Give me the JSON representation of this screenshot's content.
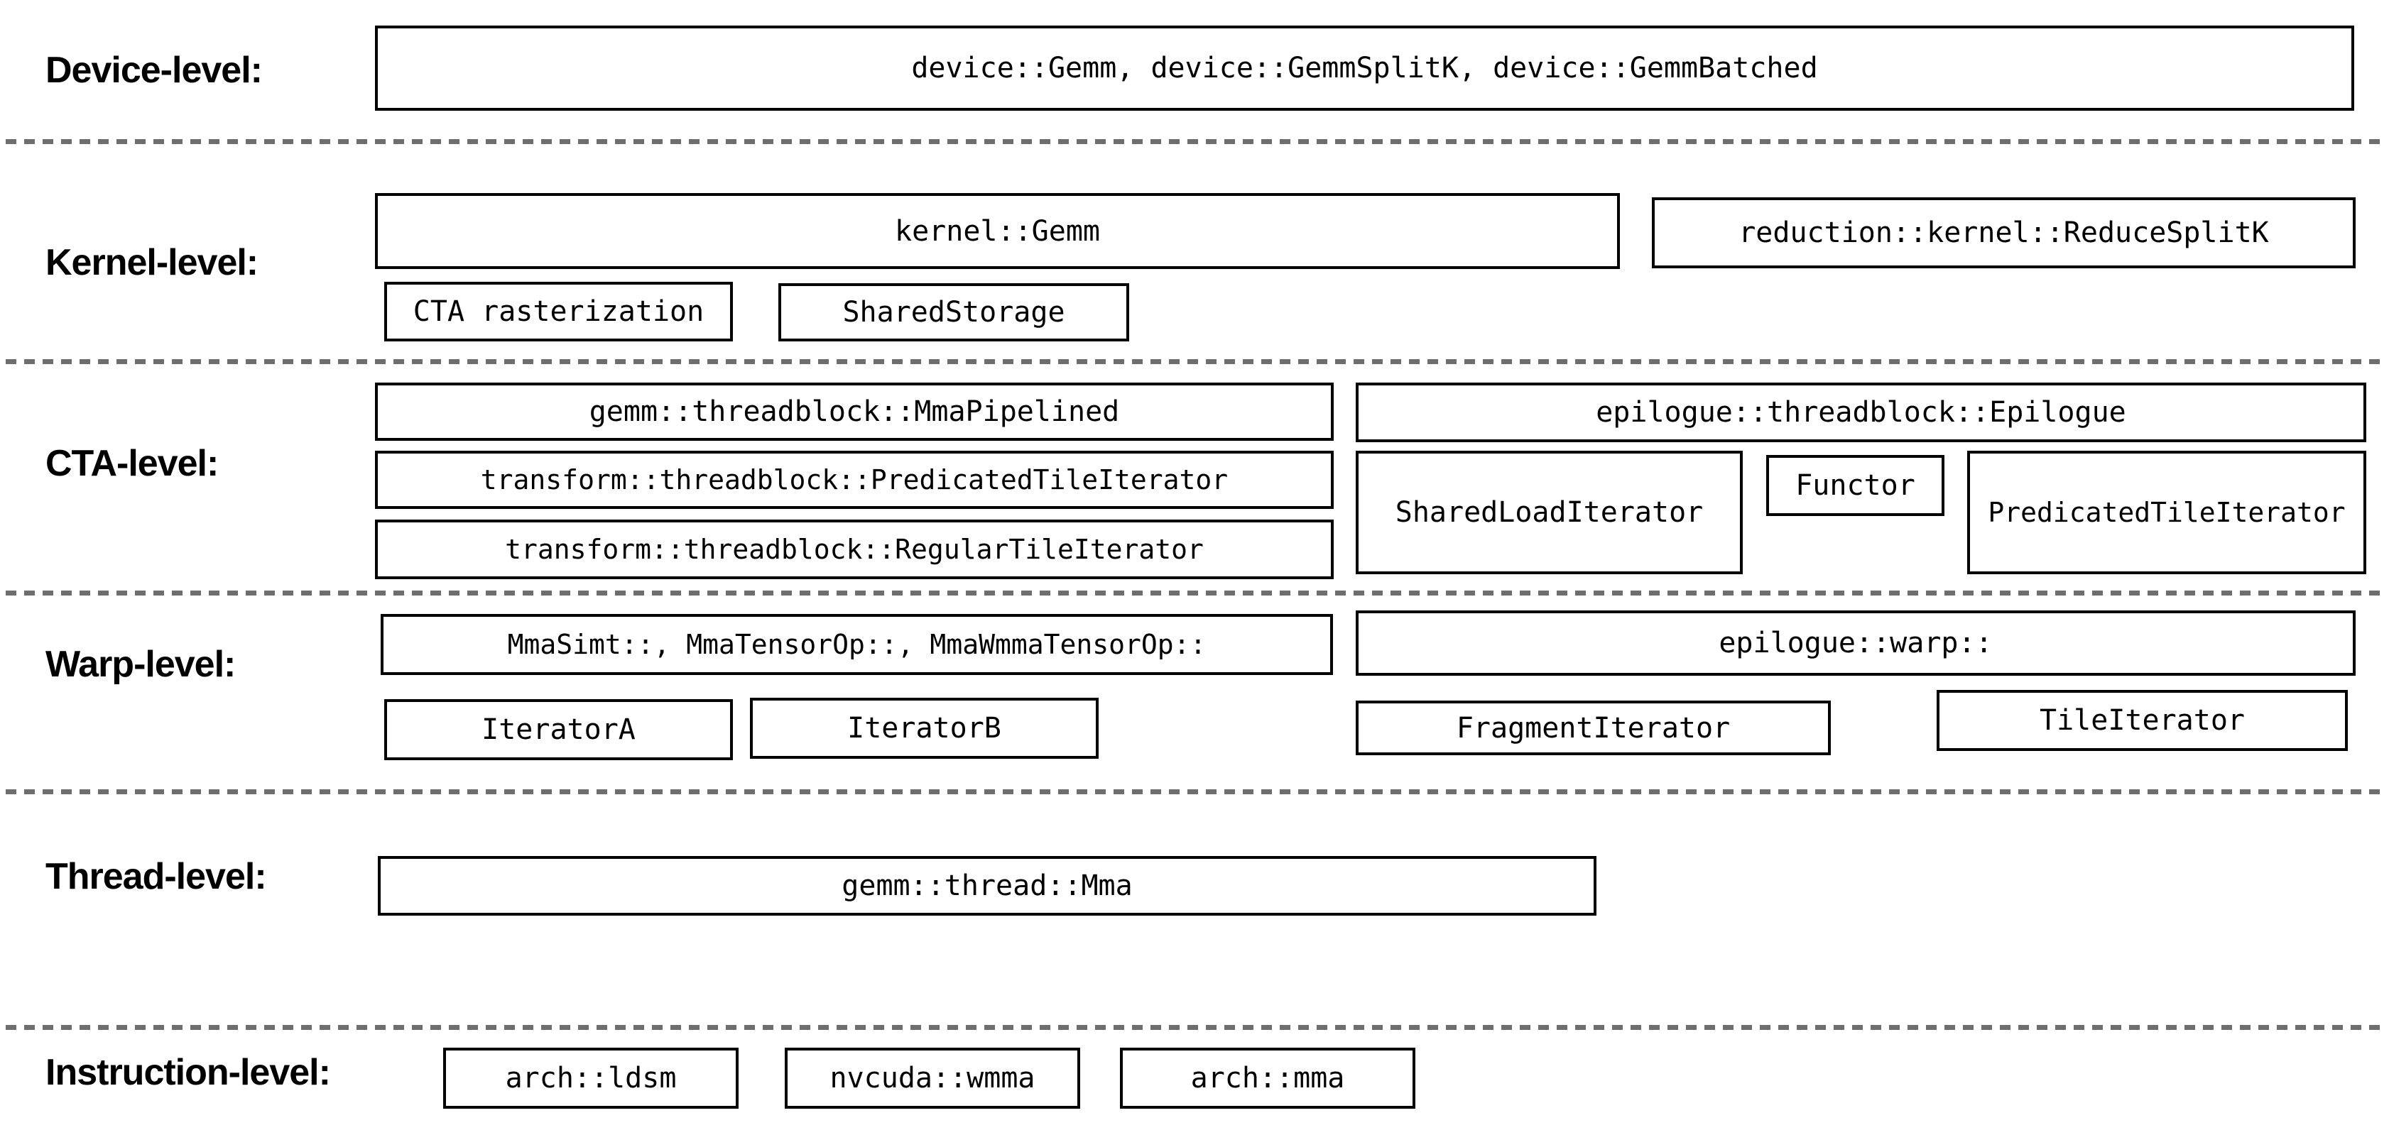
{
  "colors": {
    "background": "#ffffff",
    "box_border": "#000000",
    "separator": "#6e6e6e",
    "text": "#000000"
  },
  "diagram": {
    "levels": [
      {
        "id": "device",
        "label": "Device-level:",
        "boxes": [
          {
            "text": "device::Gemm, device::GemmSplitK, device::GemmBatched"
          }
        ]
      },
      {
        "id": "kernel",
        "label": "Kernel-level:",
        "boxes": [
          {
            "text": "kernel::Gemm"
          },
          {
            "text": "reduction::kernel::ReduceSplitK"
          },
          {
            "text": "CTA rasterization"
          },
          {
            "text": "SharedStorage"
          }
        ]
      },
      {
        "id": "cta",
        "label": "CTA-level:",
        "boxes": [
          {
            "text": "gemm::threadblock::MmaPipelined"
          },
          {
            "text": "epilogue::threadblock::Epilogue"
          },
          {
            "text": "transform::threadblock::PredicatedTileIterator"
          },
          {
            "text": "SharedLoadIterator"
          },
          {
            "text": "Functor"
          },
          {
            "text": "PredicatedTileIterator"
          },
          {
            "text": "transform::threadblock::RegularTileIterator"
          }
        ]
      },
      {
        "id": "warp",
        "label": "Warp-level:",
        "boxes": [
          {
            "text": "MmaSimt::, MmaTensorOp::, MmaWmmaTensorOp::"
          },
          {
            "text": "epilogue::warp::"
          },
          {
            "text": "IteratorA"
          },
          {
            "text": "IteratorB"
          },
          {
            "text": "FragmentIterator"
          },
          {
            "text": "TileIterator"
          }
        ]
      },
      {
        "id": "thread",
        "label": "Thread-level:",
        "boxes": [
          {
            "text": "gemm::thread::Mma"
          }
        ]
      },
      {
        "id": "instruction",
        "label": "Instruction-level:",
        "boxes": [
          {
            "text": "arch::ldsm"
          },
          {
            "text": "nvcuda::wmma"
          },
          {
            "text": "arch::mma"
          }
        ]
      }
    ]
  }
}
